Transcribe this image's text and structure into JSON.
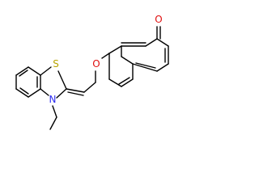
{
  "atoms": {
    "sulfur": {
      "label": "S"
    },
    "nitrogen": {
      "label": "N"
    },
    "ring_oxygen": {
      "label": "O"
    },
    "carbonyl_oxygen": {
      "label": "O"
    }
  },
  "colors": {
    "bond": "#000000",
    "sulfur": "#b8a400",
    "nitrogen": "#2d2df0",
    "oxygen": "#e01010",
    "label_background": "#ffffff"
  }
}
